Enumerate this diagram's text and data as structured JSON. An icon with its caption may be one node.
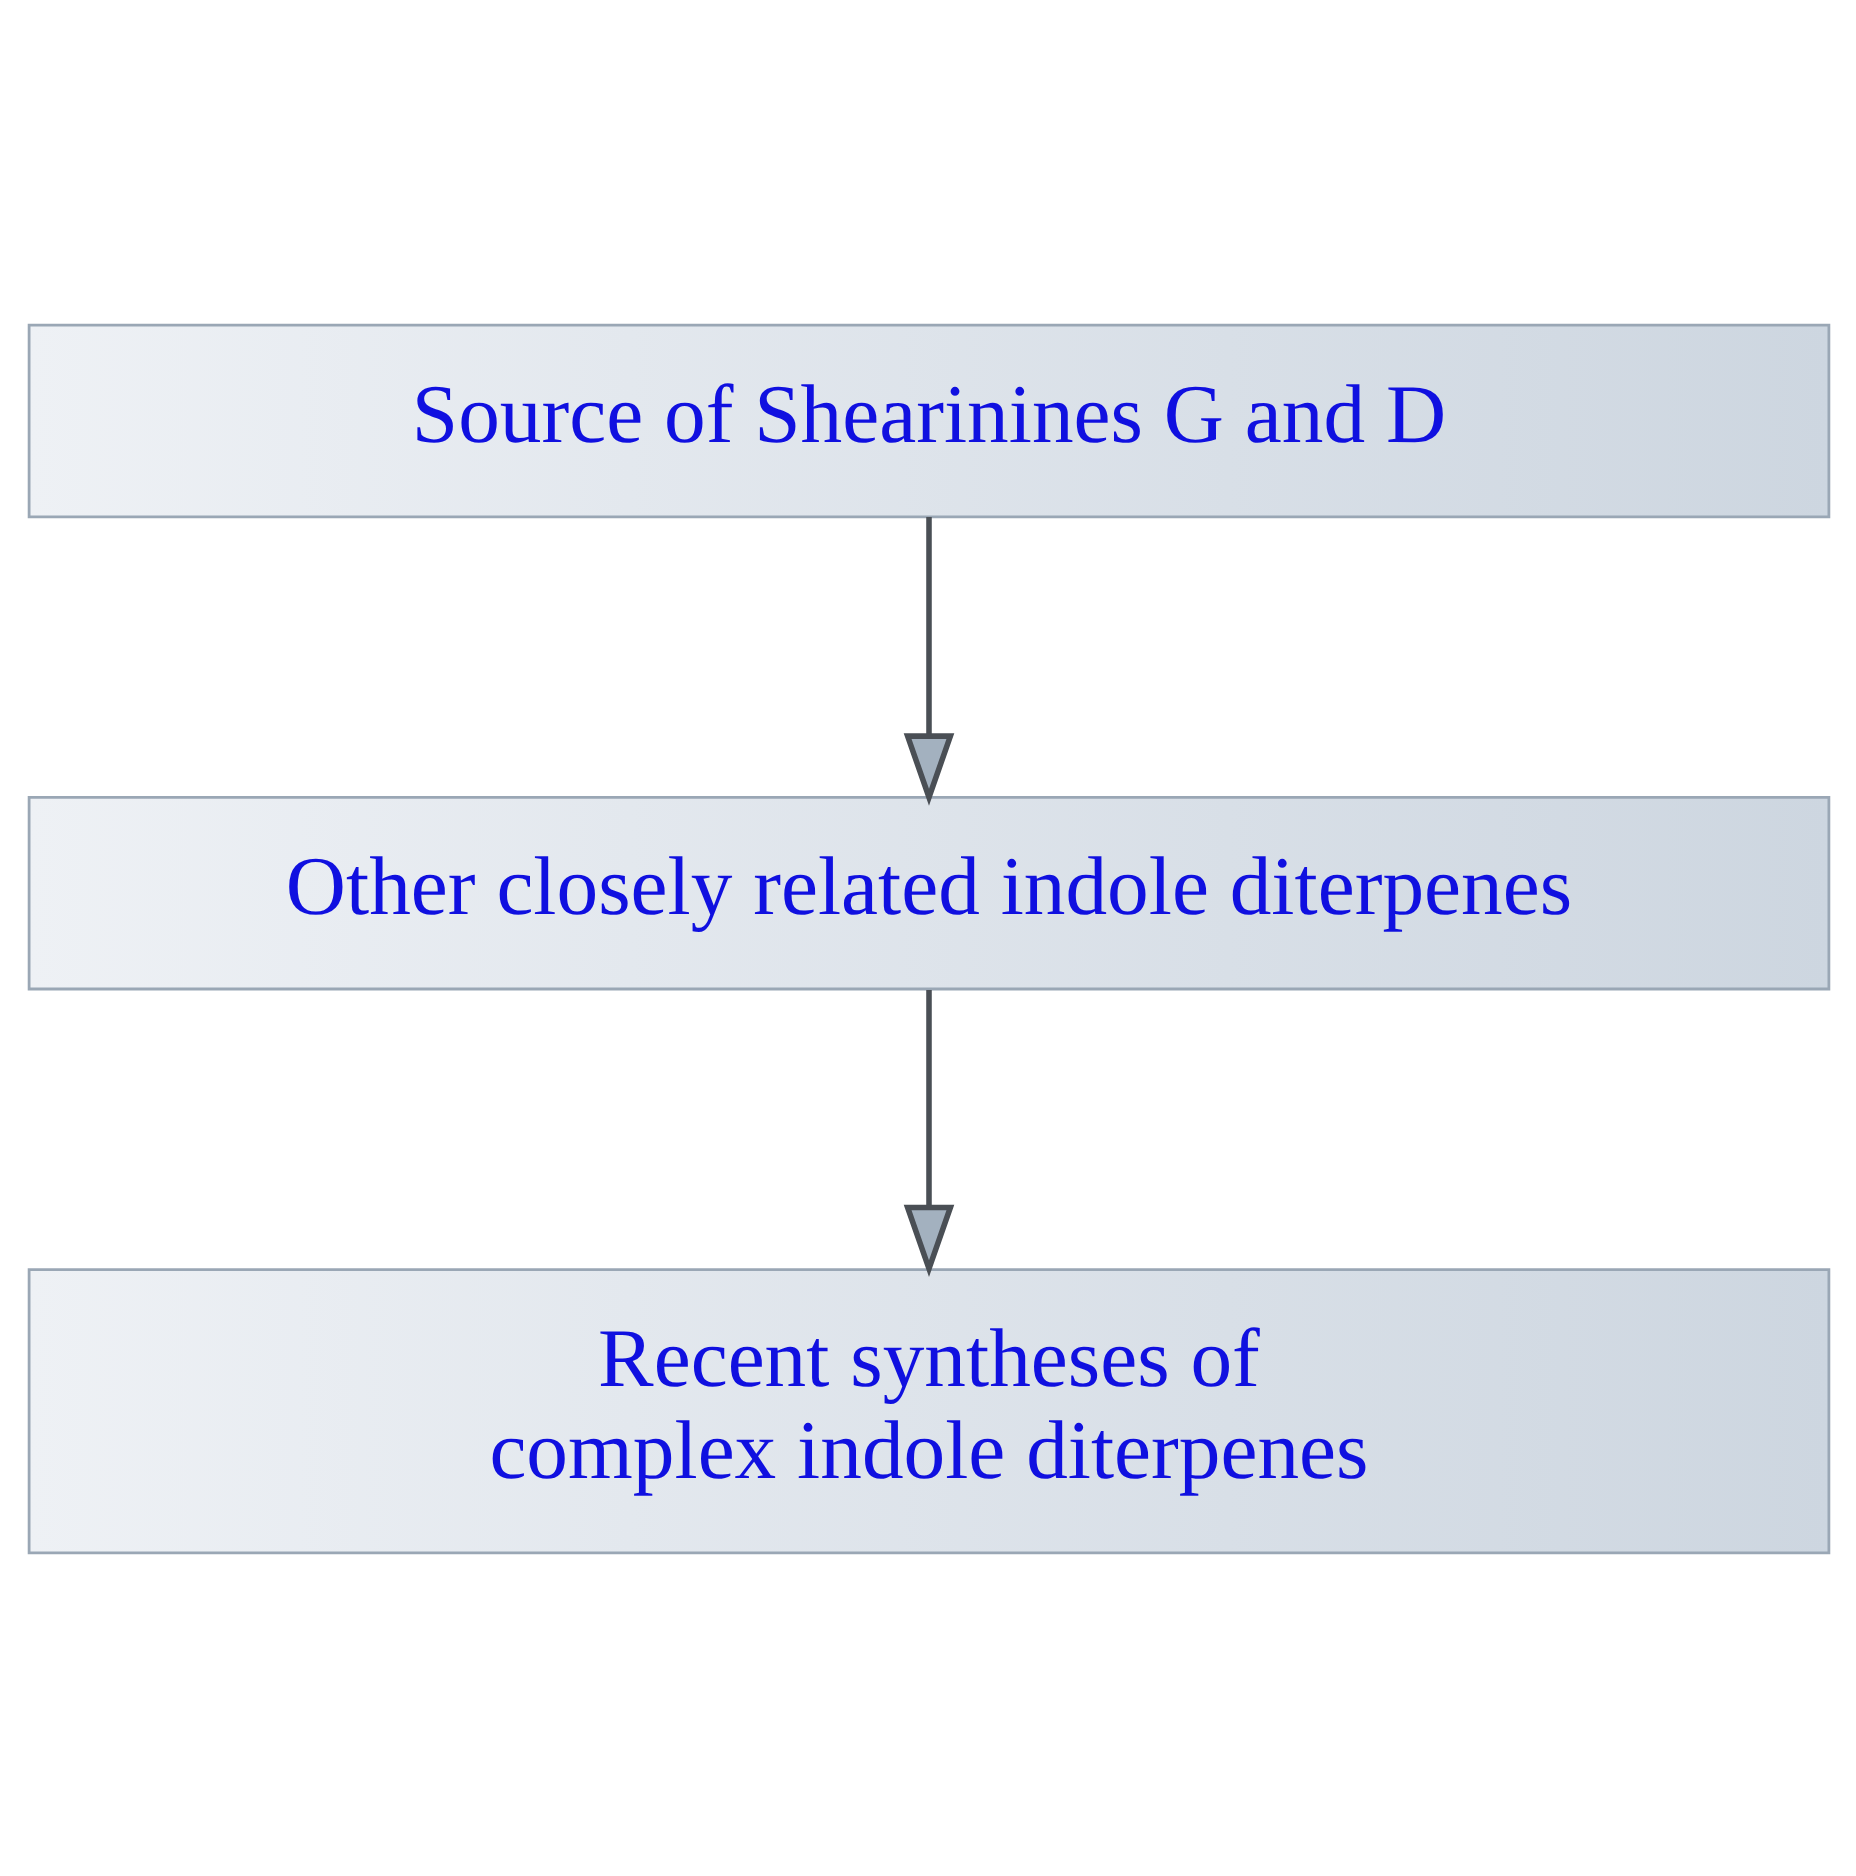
{
  "diagram": {
    "nodes": [
      {
        "text": [
          "Source of Shearinines G and D"
        ]
      },
      {
        "text": [
          "Other closely related indole diterpenes"
        ]
      },
      {
        "text": [
          "Recent syntheses of complex indole diterpenes"
        ]
      }
    ],
    "edges": [
      {
        "from": 0,
        "to": 1,
        "arrow": "to"
      },
      {
        "from": 1,
        "to": 2,
        "arrow": "to"
      }
    ]
  }
}
